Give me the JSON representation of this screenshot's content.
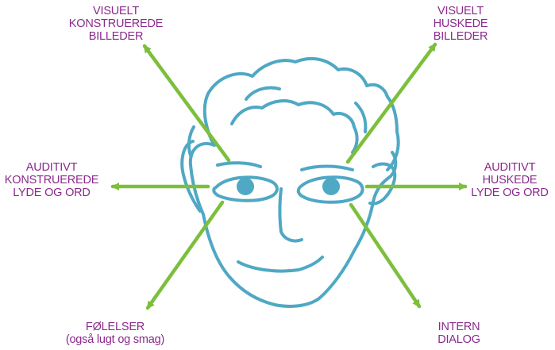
{
  "colors": {
    "label": "#8a2a8c",
    "arrow": "#7cbf3c",
    "face": "#4fa8c4",
    "pupil": "#4fa8c4",
    "background": "#ffffff"
  },
  "labels": {
    "top_left": [
      "VISUELT",
      "KONSTRUEREDE",
      "BILLEDER"
    ],
    "top_right": [
      "VISUELT",
      "HUSKEDE",
      "BILLEDER"
    ],
    "mid_left": [
      "AUDITIVT",
      "KONSTRUEREDE",
      "LYDE OG ORD"
    ],
    "mid_right": [
      "AUDITIVT",
      "HUSKEDE",
      "LYDE OG ORD"
    ],
    "bottom_left": [
      "FØLELSER",
      "(også lugt og smag)"
    ],
    "bottom_right": [
      "INTERN",
      "DIALOG"
    ]
  }
}
